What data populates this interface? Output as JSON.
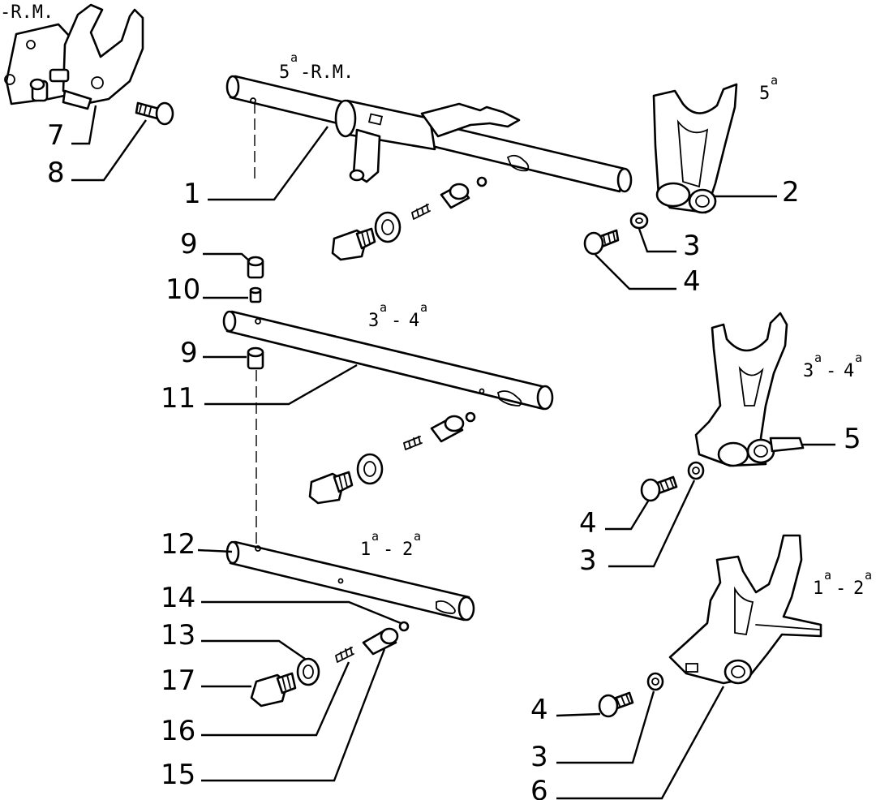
{
  "callouts": [
    "1",
    "2",
    "3",
    "4",
    "5",
    "6",
    "7",
    "8",
    "9",
    "10",
    "11",
    "12",
    "13",
    "14",
    "15",
    "16",
    "17"
  ],
  "gear_labels": {
    "rm_partial": "-R.M.",
    "g5_rm_base": "5",
    "g5_rm_sup": "a",
    "g5_rm_suffix": "-R.M.",
    "g5_base": "5",
    "g5_sup": "a",
    "g34_a": "3",
    "g34_a_sup": "a",
    "g34_sep": "-",
    "g34_b": "4",
    "g34_b_sup": "a",
    "g12_a": "1",
    "g12_a_sup": "a",
    "g12_sep": "-",
    "g12_b": "2",
    "g12_b_sup": "a"
  }
}
